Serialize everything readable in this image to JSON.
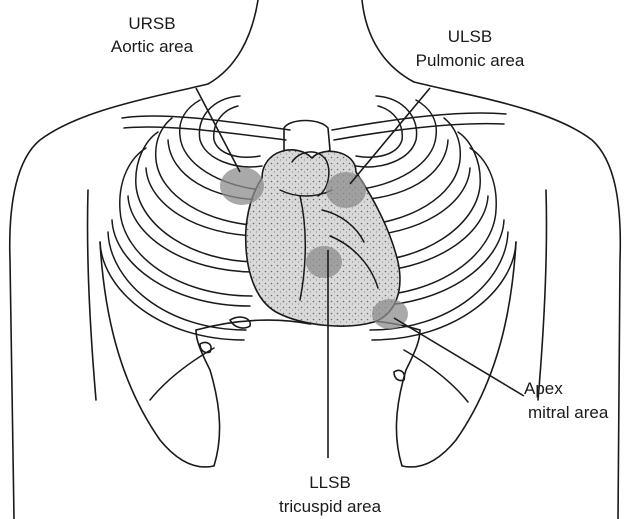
{
  "labels": {
    "aortic": {
      "line1": "URSB",
      "line2": "Aortic area"
    },
    "pulmonic": {
      "line1": "ULSB",
      "line2": "Pulmonic area"
    },
    "mitral": {
      "line1": "Apex",
      "line2": "mitral area"
    },
    "tricuspid": {
      "line1": "LLSB",
      "line2": "tricuspid area"
    }
  },
  "colors": {
    "ink": "#1a1a1a",
    "heart_fill": "#d6d6d6",
    "area_spot": "#8c8c8c",
    "background": "#ffffff"
  }
}
